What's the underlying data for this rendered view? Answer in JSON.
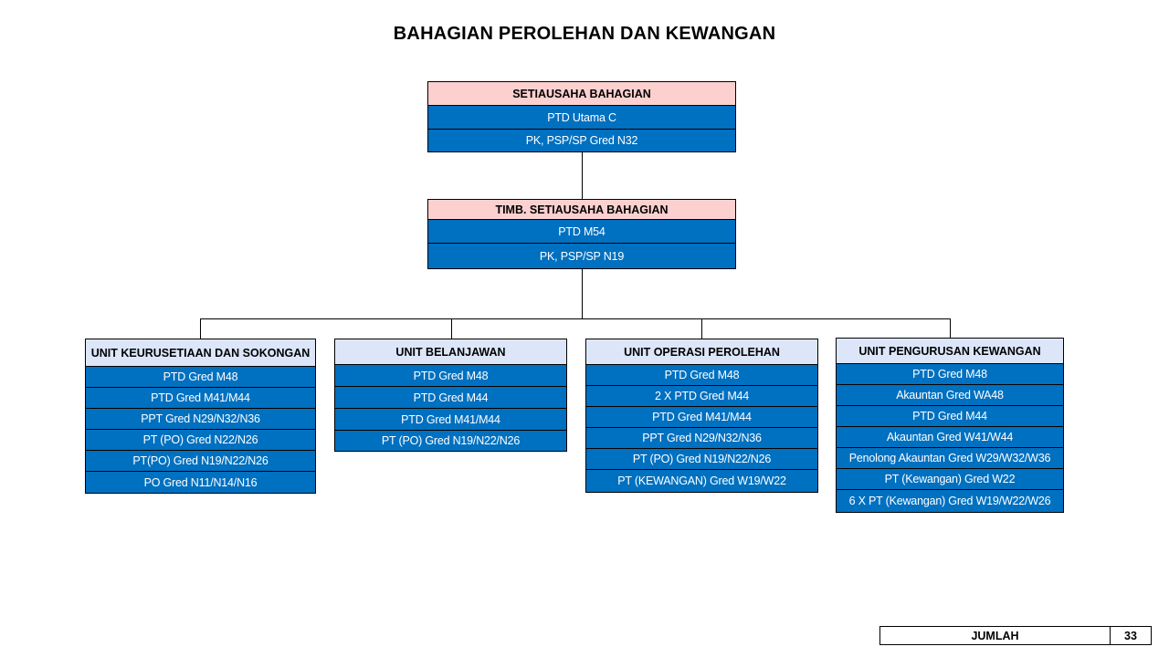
{
  "title": "BAHAGIAN PEROLEHAN DAN KEWANGAN",
  "top_box": {
    "header": "SETIAUSAHA BAHAGIAN",
    "rows": [
      "PTD Utama C",
      "PK, PSP/SP Gred N32"
    ]
  },
  "second_box": {
    "header": "TIMB. SETIAUSAHA BAHAGIAN",
    "rows": [
      "PTD M54",
      "PK, PSP/SP N19"
    ]
  },
  "units": [
    {
      "header": "UNIT KEURUSETIAAN DAN SOKONGAN",
      "rows": [
        "PTD Gred M48",
        "PTD Gred M41/M44",
        "PPT Gred N29/N32/N36",
        "PT (PO) Gred N22/N26",
        "PT(PO) Gred N19/N22/N26",
        "PO Gred N11/N14/N16"
      ]
    },
    {
      "header": "UNIT BELANJAWAN",
      "rows": [
        "PTD Gred M48",
        "PTD Gred M44",
        "PTD Gred M41/M44",
        "PT (PO) Gred N19/N22/N26"
      ]
    },
    {
      "header": "UNIT OPERASI  PEROLEHAN",
      "rows": [
        "PTD Gred M48",
        "2 X PTD Gred M44",
        "PTD Gred M41/M44",
        "PPT Gred N29/N32/N36",
        "PT (PO) Gred N19/N22/N26",
        "PT (KEWANGAN)  Gred W19/W22"
      ]
    },
    {
      "header": "UNIT PENGURUSAN KEWANGAN",
      "rows": [
        "PTD Gred M48",
        "Akauntan Gred WA48",
        "PTD Gred M44",
        "Akauntan Gred W41/W44",
        "Penolong Akauntan Gred W29/W32/W36",
        "PT (Kewangan) Gred W22",
        "6 X PT (Kewangan) Gred W19/W22/W26"
      ]
    }
  ],
  "total": {
    "label": "JUMLAH",
    "value": "33"
  }
}
